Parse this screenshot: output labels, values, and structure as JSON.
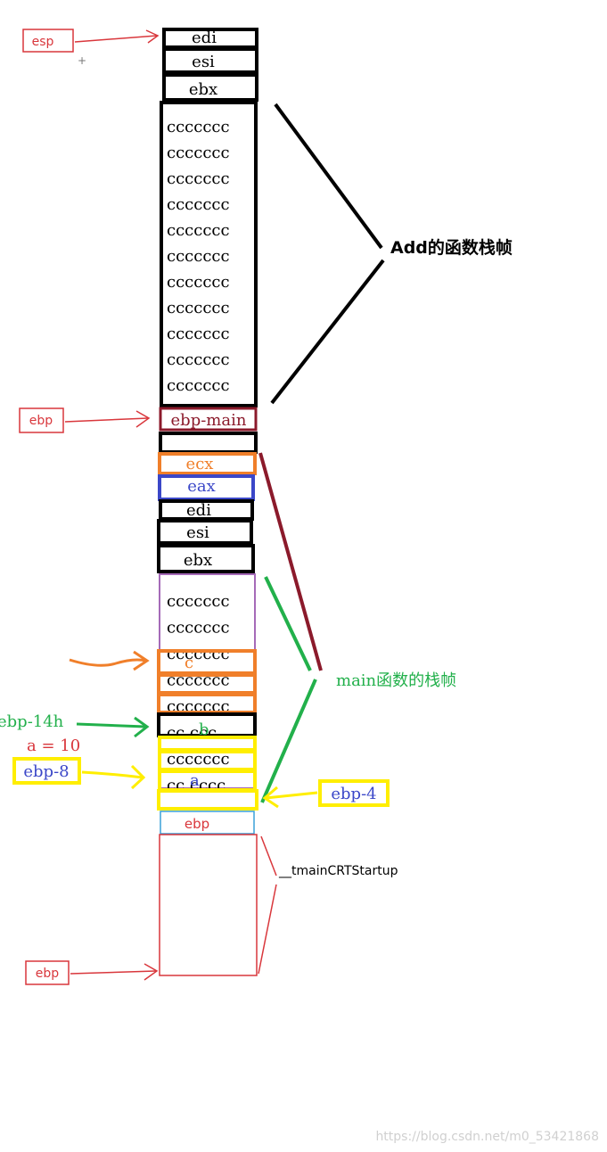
{
  "add_frame": {
    "cells": [
      "edi",
      "esi",
      "ebx"
    ],
    "fill_rows": [
      "ccccccc",
      "ccccccc",
      "ccccccc",
      "ccccccc",
      "ccccccc",
      "ccccccc",
      "ccccccc",
      "ccccccc",
      "ccccccc",
      "ccccccc",
      "ccccccc"
    ],
    "saved_ebp": "ebp-main",
    "label": "Add的函数栈帧"
  },
  "main_frame": {
    "ecx": "ecx",
    "eax": "eax",
    "cells": [
      "edi",
      "esi",
      "ebx"
    ],
    "fill_rows": [
      "ccccccc",
      "ccccccc",
      "ccccccc",
      "ccccccc",
      "ccccccc",
      "cc ccc",
      "ccccccc",
      "cc cccc"
    ],
    "var_c": "c",
    "var_b": "b",
    "var_a": "a",
    "label": "main函数的栈帧"
  },
  "crt_frame": {
    "ebp_cell": "ebp",
    "label": "__tmainCRTStartup"
  },
  "pointers": {
    "esp": "esp",
    "ebp_add": "ebp",
    "ebp_bottom": "ebp",
    "ebp_14h": "ebp-14h",
    "a_value": "a = 10",
    "ebp_8": "ebp-8",
    "ebp_4": "ebp-4"
  },
  "watermark": "https://blog.csdn.net/m0_53421868",
  "colors": {
    "black": "#000000",
    "red": "#d9373c",
    "maroon": "#8b1a2b",
    "orange": "#f07f2a",
    "blue": "#3b47c8",
    "green": "#22b04b",
    "yellow": "#ffee00",
    "purple": "#a56ab8",
    "cyan": "#3aa0d8"
  }
}
